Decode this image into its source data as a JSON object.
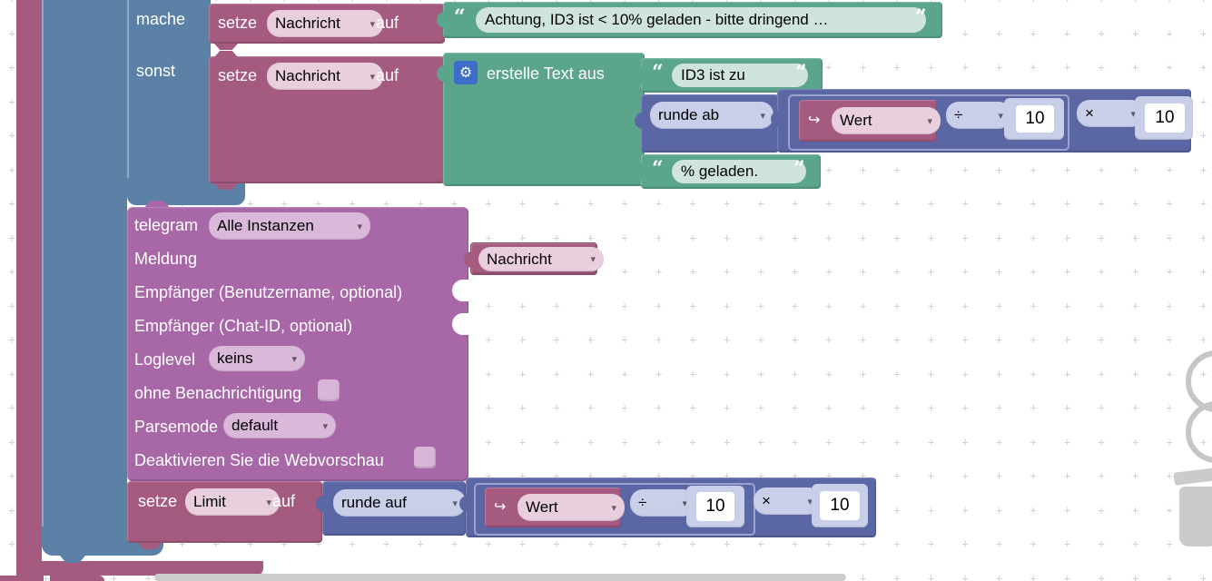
{
  "workspace": {
    "grid_plus": "+",
    "grid_color": "#d2d2d2",
    "background": "#ffffff"
  },
  "colors": {
    "logic_blue": "#5b81a6",
    "variable_magenta": "#a55b80",
    "text_teal": "#5ba58c",
    "math_indigo": "#5b67a5",
    "telegram_purple": "#a868a8",
    "field_pink": "#e9cfdd",
    "field_lavender": "#c9cfe8",
    "field_orchid": "#d9b8d9",
    "gear_blue": "#3d6dc9"
  },
  "glyphs": {
    "dropdown_arrow": "▾",
    "open_quote": "“",
    "close_quote": "”",
    "gear": "⚙",
    "var_arrow": "↪",
    "divide": "÷",
    "multiply": "×"
  },
  "if_block": {
    "then_label": "mache",
    "else_label": "sonst"
  },
  "warning_row": {
    "setze": "setze",
    "variable": "Nachricht",
    "auf": "auf",
    "text": "Achtung, ID3 ist < 10% geladen - bitte dringend …"
  },
  "compose_row": {
    "setze": "setze",
    "variable": "Nachricht",
    "auf": "auf",
    "create_text_label": "erstelle Text aus",
    "item_prefix": "ID3 ist zu",
    "round_op": "runde ab",
    "value_variable": "Wert",
    "divide_value": "10",
    "multiply_value": "10",
    "item_suffix": "% geladen."
  },
  "telegram_block": {
    "title": "telegram",
    "instance": "Alle Instanzen",
    "message_label": "Meldung",
    "message_variable": "Nachricht",
    "recipient_username_label": "Empfänger (Benutzername, optional)",
    "recipient_chatid_label": "Empfänger (Chat-ID, optional)",
    "loglevel_label": "Loglevel",
    "loglevel_value": "keins",
    "silent_label": "ohne Benachrichtigung",
    "parsemode_label": "Parsemode",
    "parsemode_value": "default",
    "webpreview_label": "Deaktivieren Sie die Webvorschau"
  },
  "limit_row": {
    "setze": "setze",
    "variable": "Limit",
    "auf": "auf",
    "round_op": "runde auf",
    "value_variable": "Wert",
    "divide_value": "10",
    "multiply_value": "10"
  }
}
